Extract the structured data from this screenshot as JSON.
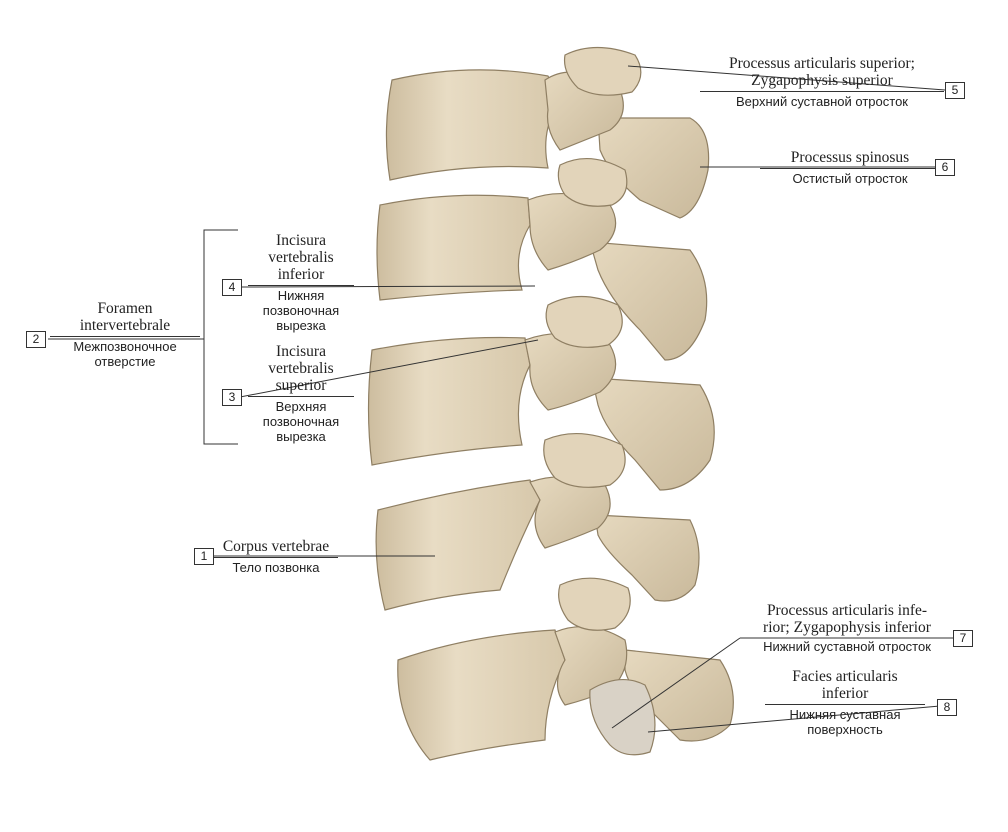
{
  "labels": {
    "l1": {
      "number": "1",
      "latin": [
        "Corpus vertebrae"
      ],
      "russian": [
        "Тело позвонка"
      ]
    },
    "l2": {
      "number": "2",
      "latin": [
        "Foramen",
        "intervertebrale"
      ],
      "russian": [
        "Межпозвоночное",
        "отверстие"
      ]
    },
    "l3": {
      "number": "3",
      "latin": [
        "Incisura",
        "vertebralis",
        "superior"
      ],
      "russian": [
        "Верхняя",
        "позвоночная",
        "вырезка"
      ]
    },
    "l4": {
      "number": "4",
      "latin": [
        "Incisura",
        "vertebralis",
        "inferior"
      ],
      "russian": [
        "Нижняя",
        "позвоночная",
        "вырезка"
      ]
    },
    "l5": {
      "number": "5",
      "latin": [
        "Processus articularis superior;",
        "Zygapophysis superior"
      ],
      "russian": [
        "Верхний суставной отросток"
      ]
    },
    "l6": {
      "number": "6",
      "latin": [
        "Processus spinosus"
      ],
      "russian": [
        "Остистый отросток"
      ]
    },
    "l7": {
      "number": "7",
      "latin": [
        "Processus articularis infe-",
        "rior; Zygapophysis inferior"
      ],
      "russian": [
        "Нижний суставной отросток"
      ]
    },
    "l8": {
      "number": "8",
      "latin": [
        "Facies articularis",
        "inferior"
      ],
      "russian": [
        "Нижняя суставная",
        "поверхность"
      ]
    }
  },
  "colors": {
    "bone": "#e3d6bd",
    "bone_shade": "#c4b497",
    "bone_dark": "#8f7f63",
    "line": "#333333"
  }
}
